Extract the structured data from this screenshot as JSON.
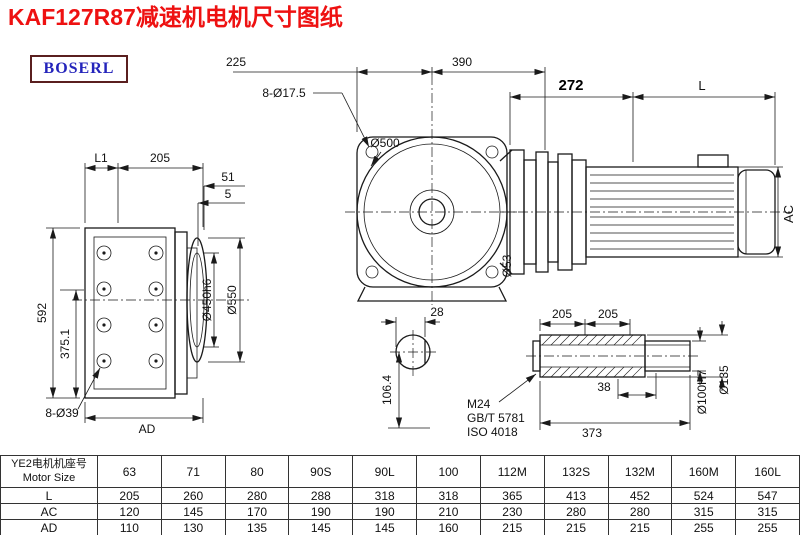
{
  "page": {
    "title": "KAF127R87减速机电机尺寸图纸",
    "brand": "BOSERL"
  },
  "colors": {
    "title_red": "#ee1111",
    "brand_blue": "#2424bb",
    "line_black": "#1a1a1a"
  },
  "drawing": {
    "side_view": {
      "L1": "L1",
      "w205": "205",
      "s51": "51",
      "s5": "5",
      "h592": "592",
      "h375": "375.1",
      "holes": "8-Ø39",
      "AD": "AD",
      "d450": "Ø450h6",
      "d550": "Ø550"
    },
    "front_view": {
      "w225": "225",
      "w390": "390",
      "holes": "8-Ø17.5",
      "d500": "Ø500",
      "d53": "Ø53",
      "w28": "28",
      "h106": "106.4"
    },
    "motor_view": {
      "w272": "272",
      "L": "L",
      "AC": "AC"
    },
    "shaft_detail": {
      "l205a": "205",
      "l205b": "205",
      "l38": "38",
      "l373": "373",
      "thread": "M24",
      "std1": "GB/T 5781",
      "std2": "ISO 4018",
      "d100": "Ø100H7",
      "d135": "Ø135"
    }
  },
  "table": {
    "row_header_line1": "YE2电机机座号",
    "row_header_line2": "Motor Size",
    "sizes": [
      "63",
      "71",
      "80",
      "90S",
      "90L",
      "100",
      "112M",
      "132S",
      "132M",
      "160M",
      "160L"
    ],
    "rows": [
      {
        "label": "L",
        "values": [
          "205",
          "260",
          "280",
          "288",
          "318",
          "318",
          "365",
          "413",
          "452",
          "524",
          "547"
        ]
      },
      {
        "label": "AC",
        "values": [
          "120",
          "145",
          "170",
          "190",
          "190",
          "210",
          "230",
          "280",
          "280",
          "315",
          "315"
        ]
      },
      {
        "label": "AD",
        "values": [
          "110",
          "130",
          "135",
          "145",
          "145",
          "160",
          "215",
          "215",
          "215",
          "255",
          "255"
        ]
      }
    ]
  }
}
